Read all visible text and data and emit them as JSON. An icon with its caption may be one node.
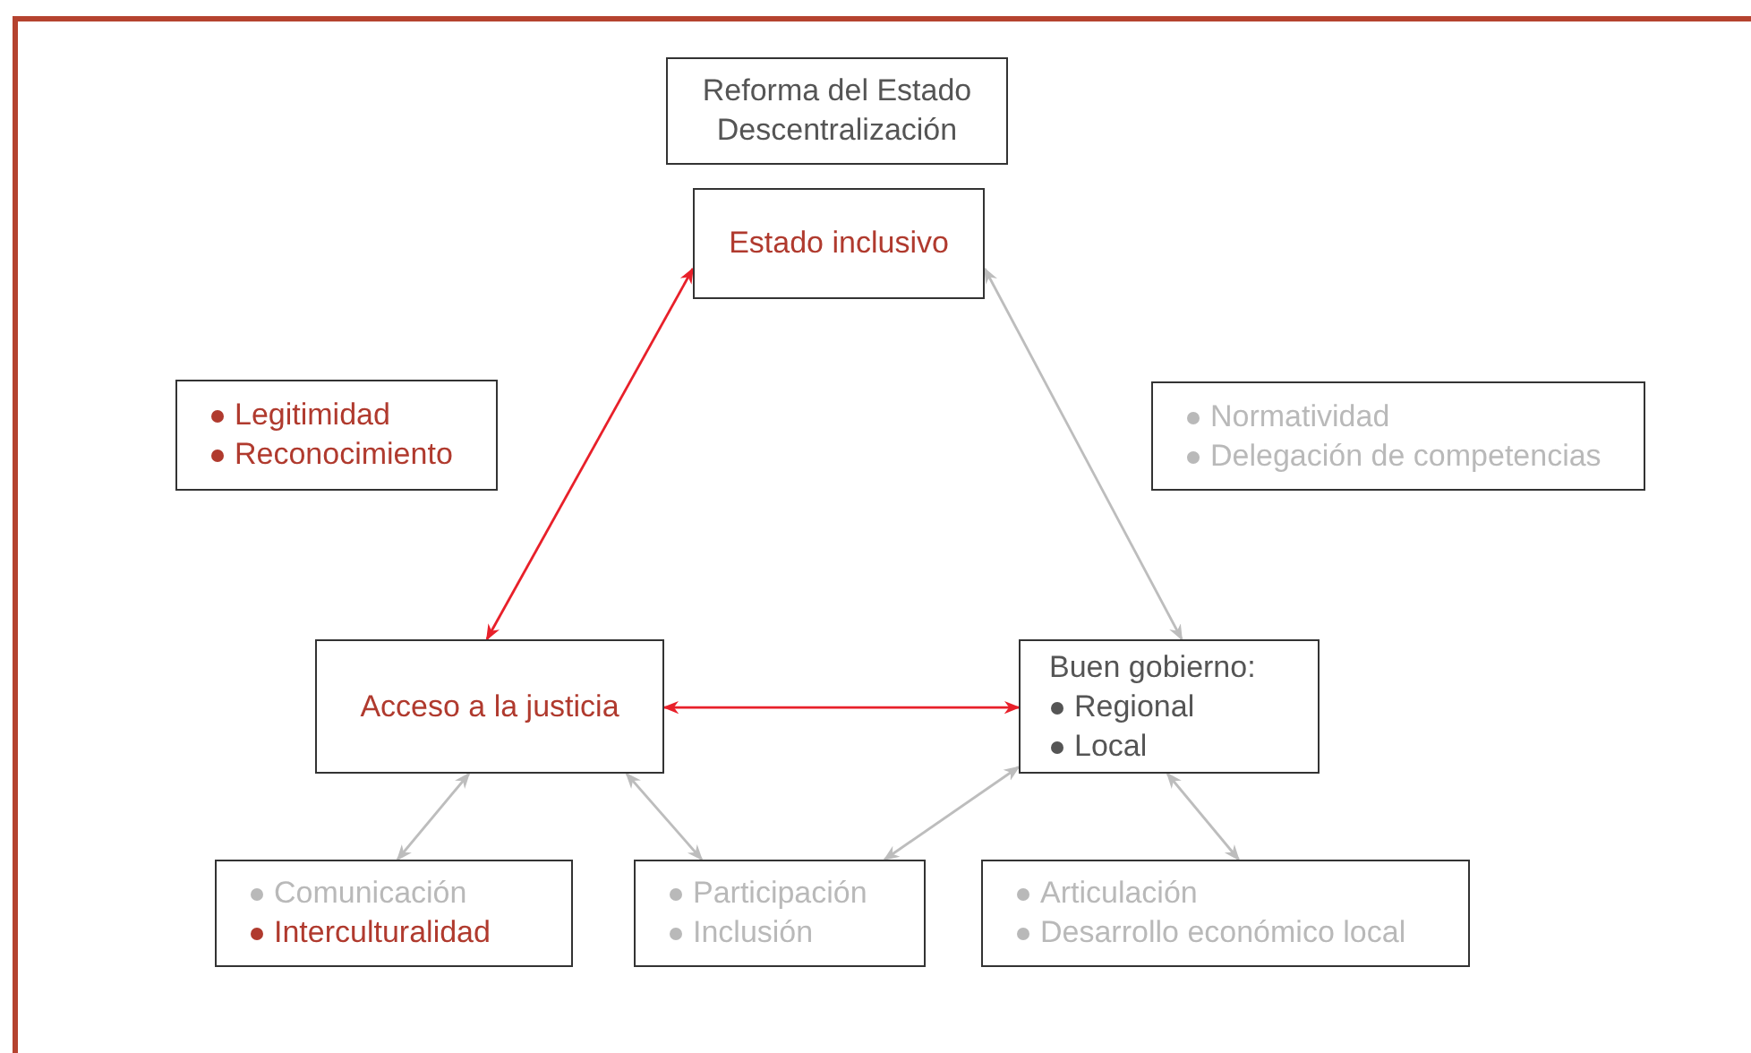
{
  "diagram": {
    "nodes": [
      {
        "text": [
          "Reforma del Estado Descentralización"
        ]
      },
      {
        "text": [
          "Estado inclusivo"
        ]
      },
      {
        "text": [
          "Legitimidad",
          "Reconocimiento"
        ]
      },
      {
        "text": [
          "Normatividad",
          "Delegación de competencias"
        ]
      },
      {
        "text": [
          "Acceso a la justicia"
        ]
      },
      {
        "text": [
          "Buen gobierno:",
          "Regional",
          "Local"
        ]
      },
      {
        "text": [
          "Comunicación",
          "Interculturalidad"
        ]
      },
      {
        "text": [
          "Participación",
          "Inclusión"
        ]
      },
      {
        "text": [
          "Articulación",
          "Desarrollo económico local"
        ]
      }
    ],
    "edges": [
      {
        "from": 4,
        "to": 1,
        "arrow": "both",
        "color": "#e8202a"
      },
      {
        "from": 1,
        "to": 5,
        "arrow": "both"
      },
      {
        "from": 4,
        "to": 5,
        "arrow": "both",
        "color": "#e8202a"
      },
      {
        "from": 4,
        "to": 6,
        "arrow": "both"
      },
      {
        "from": 4,
        "to": 7,
        "arrow": "both"
      },
      {
        "from": 5,
        "to": 7,
        "arrow": "both"
      },
      {
        "from": 5,
        "to": 8,
        "arrow": "both"
      }
    ]
  }
}
